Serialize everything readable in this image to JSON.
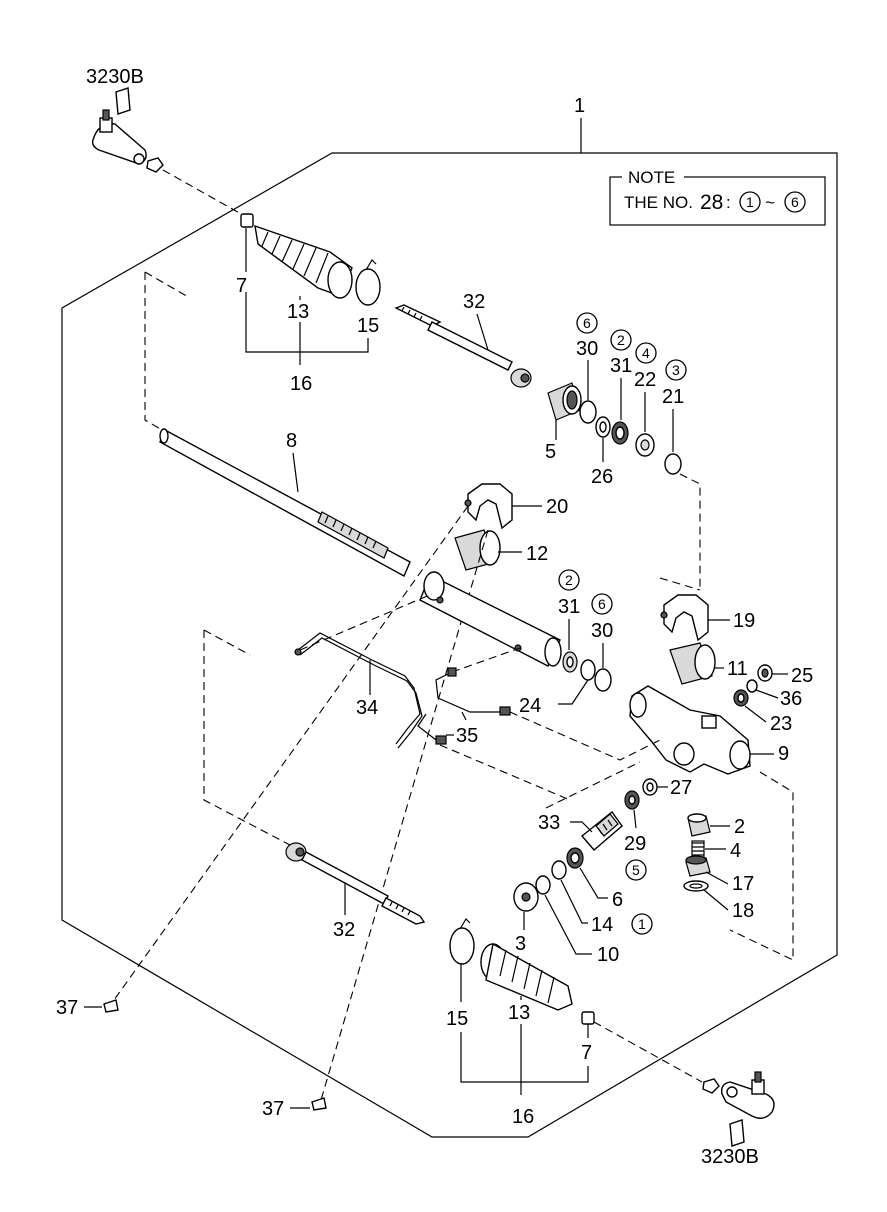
{
  "note": {
    "title": "NOTE",
    "prefix": "THE NO.",
    "number": "28",
    "colon": ":",
    "range_start": "1",
    "tilde": "~",
    "range_end": "6"
  },
  "callouts": {
    "assembly": "1",
    "tie_rod_end_top": "3230B",
    "tie_rod_end_bottom": "3230B",
    "p2": "2",
    "p3": "3",
    "p4": "4",
    "p5": "5",
    "p6": "6",
    "p7_top": "7",
    "p7_bottom": "7",
    "p8": "8",
    "p9": "9",
    "p10": "10",
    "p11": "11",
    "p12": "12",
    "p13_top": "13",
    "p13_bottom": "13",
    "p14": "14",
    "p15_top": "15",
    "p15_bottom": "15",
    "p16_top": "16",
    "p16_bottom": "16",
    "p17": "17",
    "p18": "18",
    "p19": "19",
    "p20": "20",
    "p21": "21",
    "p22": "22",
    "p23": "23",
    "p24": "24",
    "p25": "25",
    "p26": "26",
    "p27": "27",
    "p29": "29",
    "p30_top": "30",
    "p30_mid": "30",
    "p31_top": "31",
    "p31_mid": "31",
    "p32_top": "32",
    "p32_bottom": "32",
    "p33": "33",
    "p34": "34",
    "p35": "35",
    "p36": "36",
    "p37_top": "37",
    "p37_bottom": "37"
  },
  "kit_markers": {
    "m6_top": "6",
    "m2_top": "2",
    "m4_top": "4",
    "m3_top": "3",
    "m2_mid": "2",
    "m6_mid": "6",
    "m5": "5",
    "m1": "1"
  }
}
